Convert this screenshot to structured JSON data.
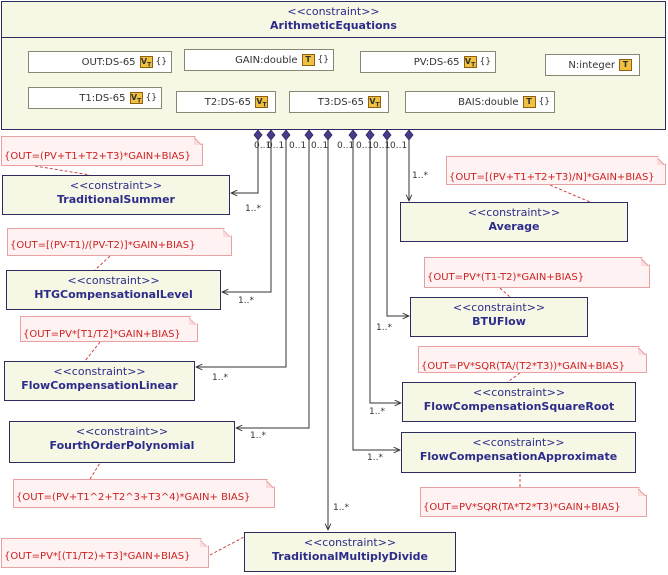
{
  "main": {
    "stereotype": "<<constraint>>",
    "name": "ArithmeticEquations",
    "attributes": [
      {
        "label": "OUT:DS-65",
        "icon": "VT",
        "brace": "{}"
      },
      {
        "label": "GAIN:double",
        "icon": "T",
        "brace": "{}"
      },
      {
        "label": "PV:DS-65",
        "icon": "VT",
        "brace": "{}"
      },
      {
        "label": "N:integer",
        "icon": "T",
        "brace": ""
      },
      {
        "label": "T1:DS-65",
        "icon": "VT",
        "brace": "{}"
      },
      {
        "label": "T2:DS-65",
        "icon": "VT",
        "brace": ""
      },
      {
        "label": "T3:DS-65",
        "icon": "VT",
        "brace": ""
      },
      {
        "label": "BAIS:double",
        "icon": "T",
        "brace": "{}"
      }
    ]
  },
  "constraints": [
    {
      "stereotype": "<<constraint>>",
      "name": "TraditionalSummer",
      "note": "{OUT=(PV+T1+T2+T3)*GAIN+BIAS}",
      "mult_source": "0..1",
      "mult_target": "1..*"
    },
    {
      "stereotype": "<<constraint>>",
      "name": "HTGCompensationalLevel",
      "note": "{OUT=[(PV-T1)/(PV-T2)]*GAIN+BIAS}",
      "mult_source": "0..1",
      "mult_target": "1..*"
    },
    {
      "stereotype": "<<constraint>>",
      "name": "FlowCompensationLinear",
      "note": "{OUT=PV*[T1/T2]*GAIN+BIAS}",
      "mult_source": "0..1",
      "mult_target": "1..*"
    },
    {
      "stereotype": "<<constraint>>",
      "name": "FourthOrderPolynomial",
      "note": "{OUT=(PV+T1^2+T2^3+T3^4)*GAIN+ BIAS}",
      "mult_source": "0..1",
      "mult_target": "1..*"
    },
    {
      "stereotype": "<<constraint>>",
      "name": "TraditionalMultiplyDivide",
      "note": "{OUT=PV*[(T1/T2)+T3]*GAIN+BIAS}",
      "mult_source": "0..1",
      "mult_target": "1..*"
    },
    {
      "stereotype": "<<constraint>>",
      "name": "FlowCompensationApproximate",
      "note": "{OUT=PV*SQR(TA*T2*T3)*GAIN+BIAS}",
      "mult_source": "0..1",
      "mult_target": "1..*"
    },
    {
      "stereotype": "<<constraint>>",
      "name": "FlowCompensationSquareRoot",
      "note": "{OUT=PV*SQR(TA/(T2*T3))*GAIN+BIAS}",
      "mult_source": "0..1",
      "mult_target": "1..*"
    },
    {
      "stereotype": "<<constraint>>",
      "name": "BTUFlow",
      "note": "{OUT=PV*(T1-T2)*GAIN+BIAS}",
      "mult_source": "0..1",
      "mult_target": "1..*"
    },
    {
      "stereotype": "<<constraint>>",
      "name": "Average",
      "note": "{OUT=[(PV+T1+T2+T3)/N]*GAIN+BIAS}",
      "mult_source": "0..1",
      "mult_target": "1..*"
    }
  ],
  "colors": {
    "box_fill": "#f7f7e6",
    "box_border": "#2b2b5e",
    "title_text": "#2c2c8a",
    "note_fill": "#fff2f2",
    "note_border": "#e8a0a0",
    "note_text": "#cc2222",
    "diamond": "#4a3a8a"
  }
}
